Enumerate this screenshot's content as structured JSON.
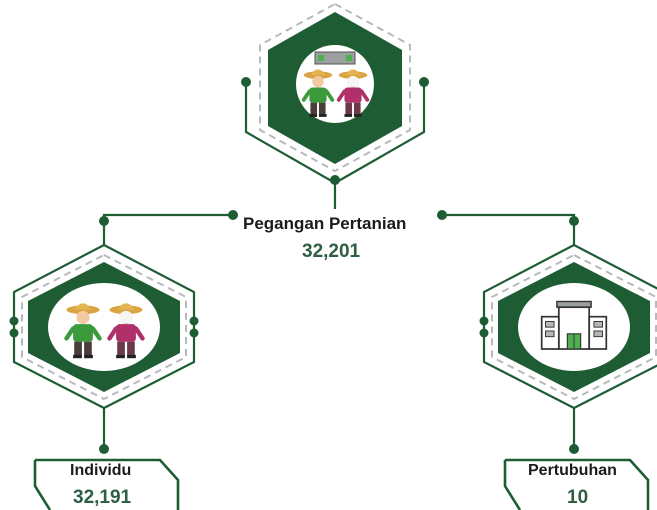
{
  "root": {
    "title": "Pegangan Pertanian",
    "value": "32,201",
    "icon": "farmers-with-building-icon"
  },
  "children": [
    {
      "title": "Individu",
      "value": "32,191",
      "icon": "farmers-icon"
    },
    {
      "title": "Pertubuhan",
      "value": "10",
      "icon": "building-icon"
    }
  ],
  "colors": {
    "primary": "#1e5c34",
    "accent": "#2e5f44",
    "text": "#1b1b1b",
    "dashed": "#b9b9b9"
  }
}
